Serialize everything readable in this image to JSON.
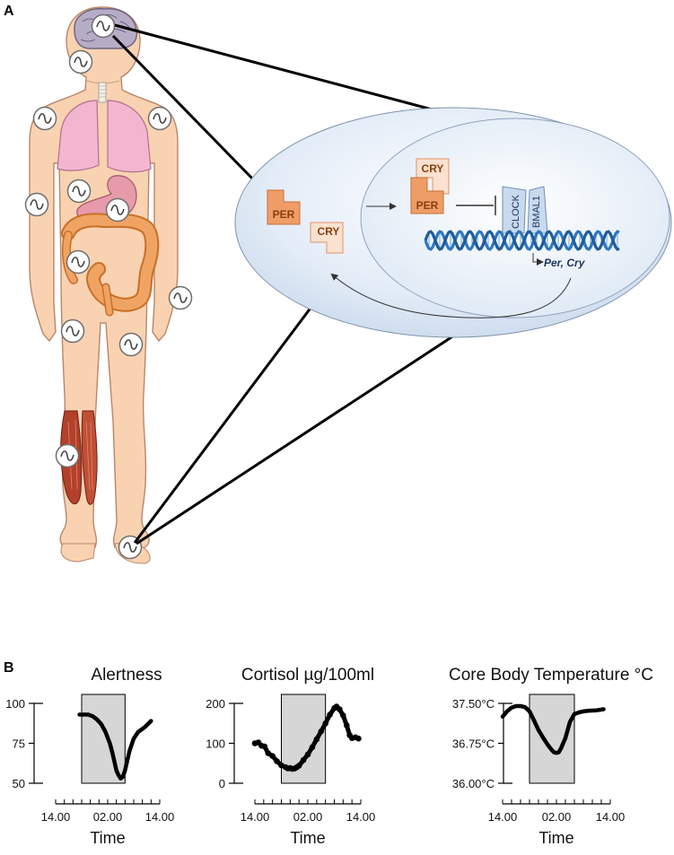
{
  "panel_a": {
    "label": "A",
    "proteins": {
      "per": "PER",
      "cry": "CRY"
    },
    "genes": {
      "clock": "CLOCK",
      "bmal1": "BMAL1",
      "target": "Per, Cry"
    },
    "colors": {
      "skin": "#f9d2b1",
      "skin_outline": "#b9876a",
      "per_fill": "#ef9d67",
      "cry_fill": "#fbe1cf",
      "cell_outer": "#dfe9f5",
      "cell_inner": "#e9f1fa",
      "dna": "#2c77c0",
      "lung": "#f2b6d1",
      "intestine": "#f0a463",
      "muscle": "#b2402a"
    },
    "icons": [
      "clock-wave-icon"
    ]
  },
  "panel_b": {
    "label": "B"
  },
  "chart_data": [
    {
      "type": "line",
      "title": "Alertness",
      "xlabel": "Time",
      "x_tick_labels": [
        "14.00",
        "02.00",
        "14.00"
      ],
      "y_ticks": [
        50,
        75,
        100
      ],
      "y_tick_labels": [
        "50",
        "75",
        "100"
      ],
      "ylim": [
        50,
        100
      ],
      "x_range_hours": [
        14,
        38
      ],
      "shaded_interval_hours": [
        20,
        30
      ],
      "x": [
        19.5,
        20.5,
        21.5,
        22.5,
        23.5,
        24.5,
        25.5,
        26.5,
        27.0,
        27.5,
        28.0,
        28.5,
        29.0,
        29.5,
        30.0,
        31.0,
        32.0,
        33.0,
        34.5,
        36.0
      ],
      "y": [
        93,
        93,
        93,
        92,
        90,
        87,
        82,
        75,
        70,
        64,
        58,
        55,
        53,
        54,
        58,
        70,
        78,
        82,
        85,
        89
      ],
      "colors": {
        "line": "#000000",
        "shade": "#d6d6d6"
      }
    },
    {
      "type": "line",
      "title": "Cortisol µg/100ml",
      "xlabel": "Time",
      "x_tick_labels": [
        "14.00",
        "02.00",
        "14.00"
      ],
      "y_ticks": [
        0,
        100,
        200
      ],
      "y_tick_labels": [
        "0",
        "100",
        "200"
      ],
      "ylim": [
        0,
        200
      ],
      "x_range_hours": [
        14,
        38
      ],
      "shaded_interval_hours": [
        20,
        30
      ],
      "x": [
        14,
        14.8,
        15.5,
        16.2,
        17,
        18,
        19,
        20,
        21,
        21.5,
        22,
        22.5,
        23,
        23.5,
        24,
        25,
        26,
        27,
        28,
        29,
        30,
        31,
        32,
        32.5,
        33.2,
        34,
        34.8,
        35.5,
        36,
        36.8,
        37.5
      ],
      "y": [
        100,
        102,
        94,
        92,
        75,
        68,
        55,
        45,
        40,
        37,
        38,
        36,
        37,
        40,
        44,
        58,
        72,
        90,
        110,
        130,
        150,
        172,
        188,
        192,
        185,
        170,
        145,
        120,
        113,
        115,
        112
      ],
      "colors": {
        "line": "#000000",
        "shade": "#d6d6d6"
      }
    },
    {
      "type": "line",
      "title": "Core Body Temperature °C",
      "xlabel": "Time",
      "x_tick_labels": [
        "14.00",
        "02.00",
        "14.00"
      ],
      "y_ticks": [
        36.0,
        36.75,
        37.5
      ],
      "y_tick_labels": [
        "36.00°C",
        "36.75°C",
        "37.50°C"
      ],
      "ylim": [
        36.0,
        37.5
      ],
      "x_range_hours": [
        14,
        38
      ],
      "shaded_interval_hours": [
        20,
        30
      ],
      "x": [
        14,
        15,
        16,
        17,
        18,
        19,
        20,
        21,
        22,
        23,
        24,
        25,
        25.5,
        26,
        26.5,
        27,
        28,
        29,
        30,
        31,
        32,
        33,
        35,
        36.5
      ],
      "y": [
        37.25,
        37.35,
        37.42,
        37.45,
        37.45,
        37.43,
        37.35,
        37.18,
        37.0,
        36.86,
        36.73,
        36.62,
        36.58,
        36.57,
        36.58,
        36.65,
        36.85,
        37.15,
        37.3,
        37.33,
        37.35,
        37.36,
        37.37,
        37.39
      ],
      "colors": {
        "line": "#000000",
        "shade": "#d6d6d6"
      }
    }
  ]
}
